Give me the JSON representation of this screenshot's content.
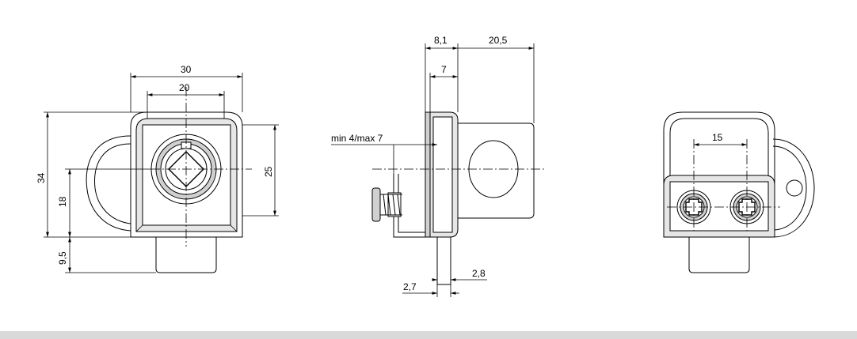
{
  "front_view": {
    "dims": {
      "width_outer": "30",
      "width_inner": "20",
      "height_total": "34",
      "height_lower": "18",
      "height_cylinder": "9,5",
      "height_body": "25"
    }
  },
  "side_view": {
    "dims": {
      "plate_thickness": "8,1",
      "body_depth": "20,5",
      "inner_depth": "7",
      "panel_thickness": "min 4/max 7",
      "cam_left": "2,7",
      "cam_right": "2,8"
    }
  },
  "rear_view": {
    "dims": {
      "screw_spacing": "15"
    }
  },
  "colors": {
    "line": "#000000",
    "shade": "#d0d0d0",
    "footer": "#d9d9d9"
  }
}
